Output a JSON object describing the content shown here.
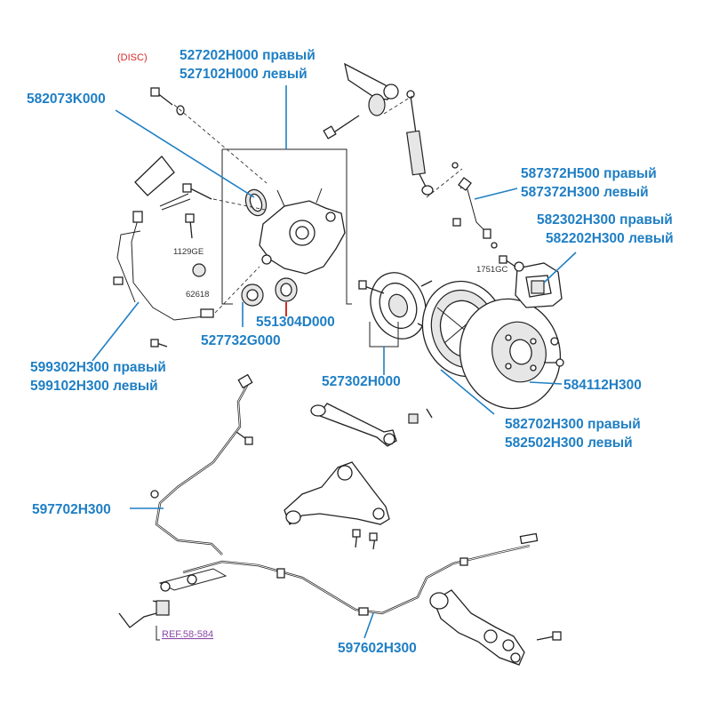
{
  "annotations": {
    "disc": "(DISC)",
    "small_1129ge": "1129GE",
    "small_62618": "62618",
    "small_1751gc": "1751GC",
    "ref": "REF.58-584"
  },
  "callouts": {
    "c527202_right": "527202H000 правый",
    "c527102_left": "527102H000 левый",
    "c582073": "582073K000",
    "c587372_right": "587372H500 правый",
    "c587372_left": "587372H300 левый",
    "c582302_right": "582302H300 правый",
    "c582202_left": "582202H300 левый",
    "c551304": "551304D000",
    "c527732": "527732G000",
    "c599302_right": "599302H300 правый",
    "c599102_left": "599102H300 левый",
    "c527302": "527302H000",
    "c584112": "584112H300",
    "c582702_right": "582702H300 правый",
    "c582502_left": "582502H300 левый",
    "c597702": "597702H300",
    "c597602": "597602H300"
  },
  "colors": {
    "label_blue": "#1f7fc4",
    "disc_red": "#d42a2a",
    "ref_purple": "#8a4aa8",
    "bushing_marker_red": "#d42a2a"
  }
}
